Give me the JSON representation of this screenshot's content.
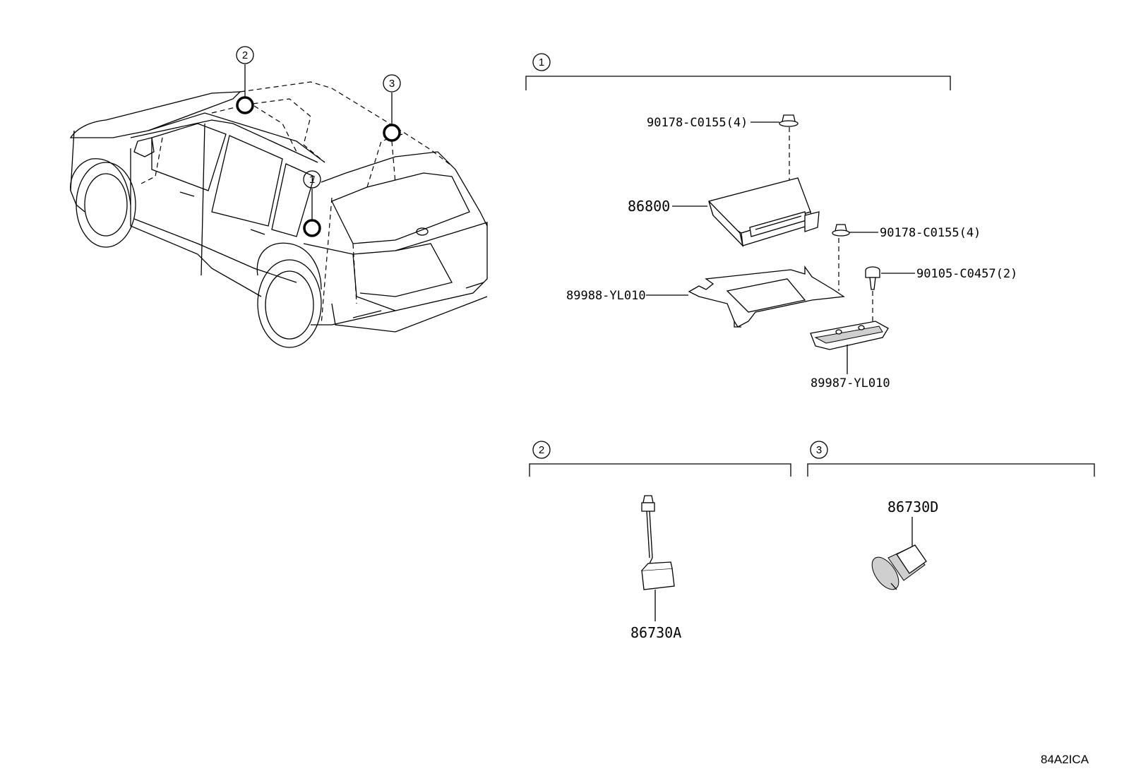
{
  "callouts": {
    "car_1": "1",
    "car_2": "2",
    "car_3": "3",
    "group_1": "1",
    "group_2": "2",
    "group_3": "3"
  },
  "parts": {
    "bolt_upper": "90178-C0155(4)",
    "ecu": "86800",
    "bolt_mid": "90178-C0155(4)",
    "bracket_large": "89988-YL010",
    "screw": "90105-C0457(2)",
    "bracket_small": "89987-YL010",
    "sensor_a": "86730A",
    "sensor_d": "86730D"
  },
  "diagram_code": "84A2ICA"
}
